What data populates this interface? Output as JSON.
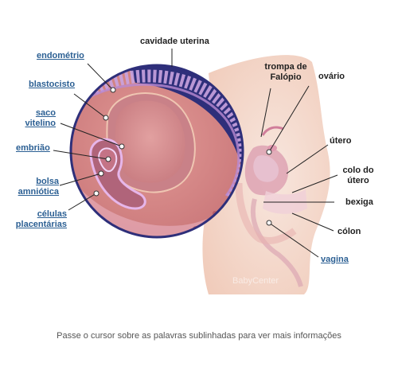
{
  "labels": {
    "cavidade": [
      "cavidade uterina"
    ],
    "endometrio": [
      "endométrio"
    ],
    "blastocisto": [
      "blastocisto"
    ],
    "saco": [
      "saco",
      "vitelino"
    ],
    "embriao": [
      "embrião"
    ],
    "bolsa": [
      "bolsa",
      "amniótica"
    ],
    "celulas": [
      "células",
      "placentárias"
    ],
    "trompa": [
      "trompa de",
      "Falópio"
    ],
    "ovario": [
      "ovário"
    ],
    "utero": [
      "útero"
    ],
    "colo": [
      "colo do",
      "útero"
    ],
    "bexiga": [
      "bexiga"
    ],
    "colon": [
      "cólon"
    ],
    "vagina": [
      "vagina"
    ]
  },
  "footer": "Passe o cursor sobre as palavras sublinhadas para ver mais informações",
  "watermark": "BabyCenter",
  "colors": {
    "link": "#2b5f93",
    "circle_border": "#2e2f7a",
    "tissue": "#d98a8a",
    "skin": "#f3d6c8",
    "membrane": "#c9a3df"
  }
}
